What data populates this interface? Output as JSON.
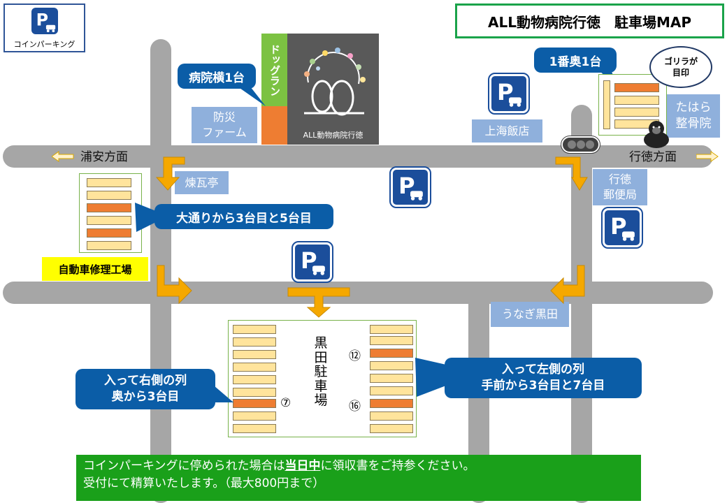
{
  "header": {
    "coin_parking_label": "コインパーキング",
    "title": "ALL動物病院行徳　駐車場MAP"
  },
  "directions": {
    "west": "浦安方面",
    "east": "行徳方面"
  },
  "places": {
    "bosai_farm": "防災\nファーム",
    "dog_run": "ドッグラン",
    "hospital": "ALL動物病院行徳",
    "shanghai": "上海飯店",
    "tahara": "たはら\n整骨院",
    "rengatei": "煉瓦亭",
    "post_office": "行徳\n郵便局",
    "repair_shop": "自動車修理工場",
    "unagi": "うなぎ黒田",
    "kuroda_lot": "黒\n田\n駐\n車\n場"
  },
  "callouts": {
    "hospital_side": "病院横1台",
    "back_one": "1番奥1台",
    "gorilla": "ゴリラが\n目印",
    "repair_lot": "大通りから3台目と5台目",
    "right_row": "入って右側の列\n奥から3台目",
    "left_row": "入って左側の列\n手前から3台目と7台目"
  },
  "slot_numbers": {
    "seven": "⑦",
    "twelve": "⑫",
    "sixteen": "⑯"
  },
  "notice": {
    "line1_prefix": "コインパーキングに停められた場合は",
    "line1_emph": "当日中",
    "line1_suffix": "に領収書をご持参ください。",
    "line2": "受付にて精算いたします。（最大800円まで）"
  },
  "colors": {
    "road": "#a6a6a6",
    "callout": "#0b5da7",
    "label": "#8fb0dc",
    "slot": "#ffe49c",
    "slot_highlight": "#ee7d32",
    "arrow": "#f5a800",
    "notice": "#1aa01a",
    "title_border": "#1aa34a"
  }
}
